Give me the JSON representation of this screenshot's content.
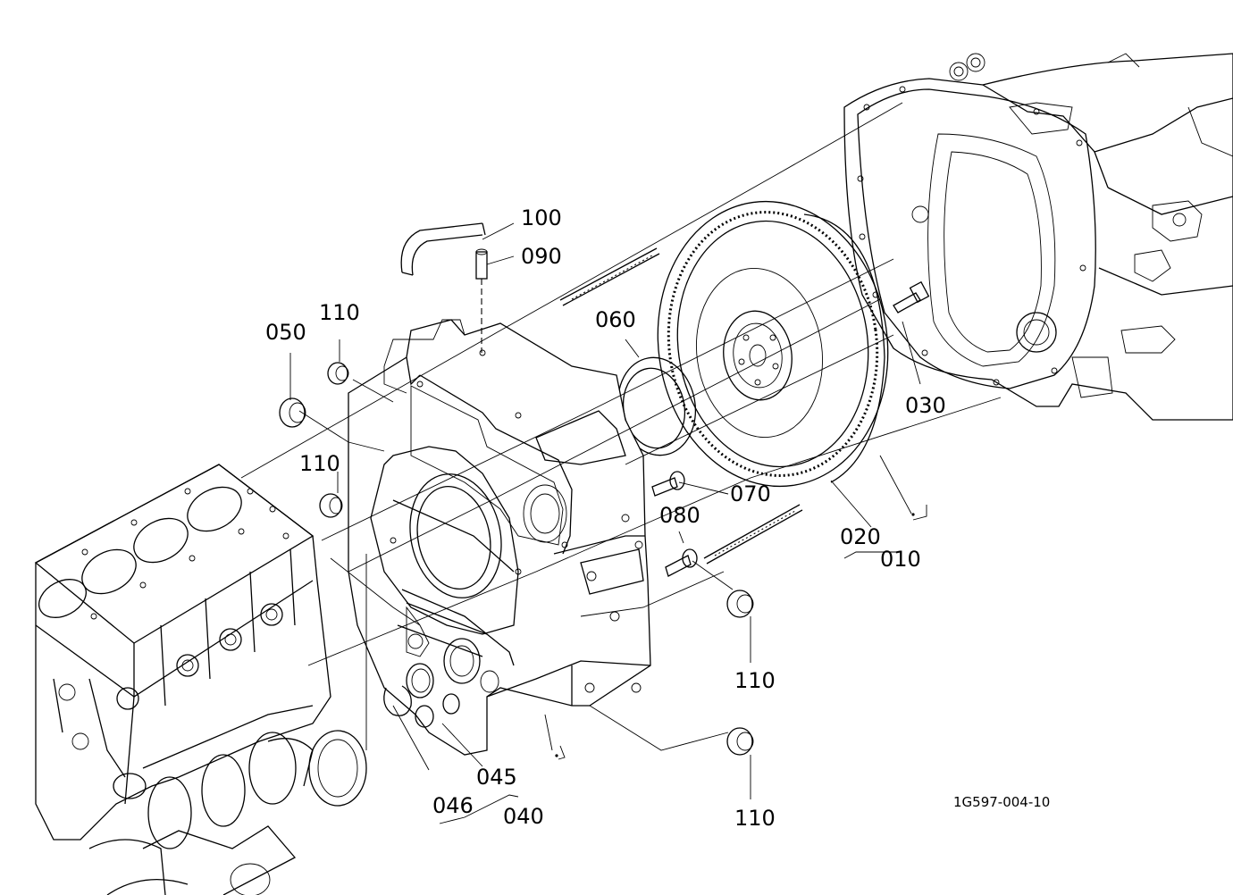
{
  "diagram": {
    "drawing_code": "1G597-004-10",
    "labels": {
      "p010": "010",
      "p020": "020",
      "p030": "030",
      "p040": "040",
      "p045": "045",
      "p046": "046",
      "p050": "050",
      "p060": "060",
      "p070": "070",
      "p080": "080",
      "p090": "090",
      "p100": "100",
      "p110": "110"
    }
  }
}
